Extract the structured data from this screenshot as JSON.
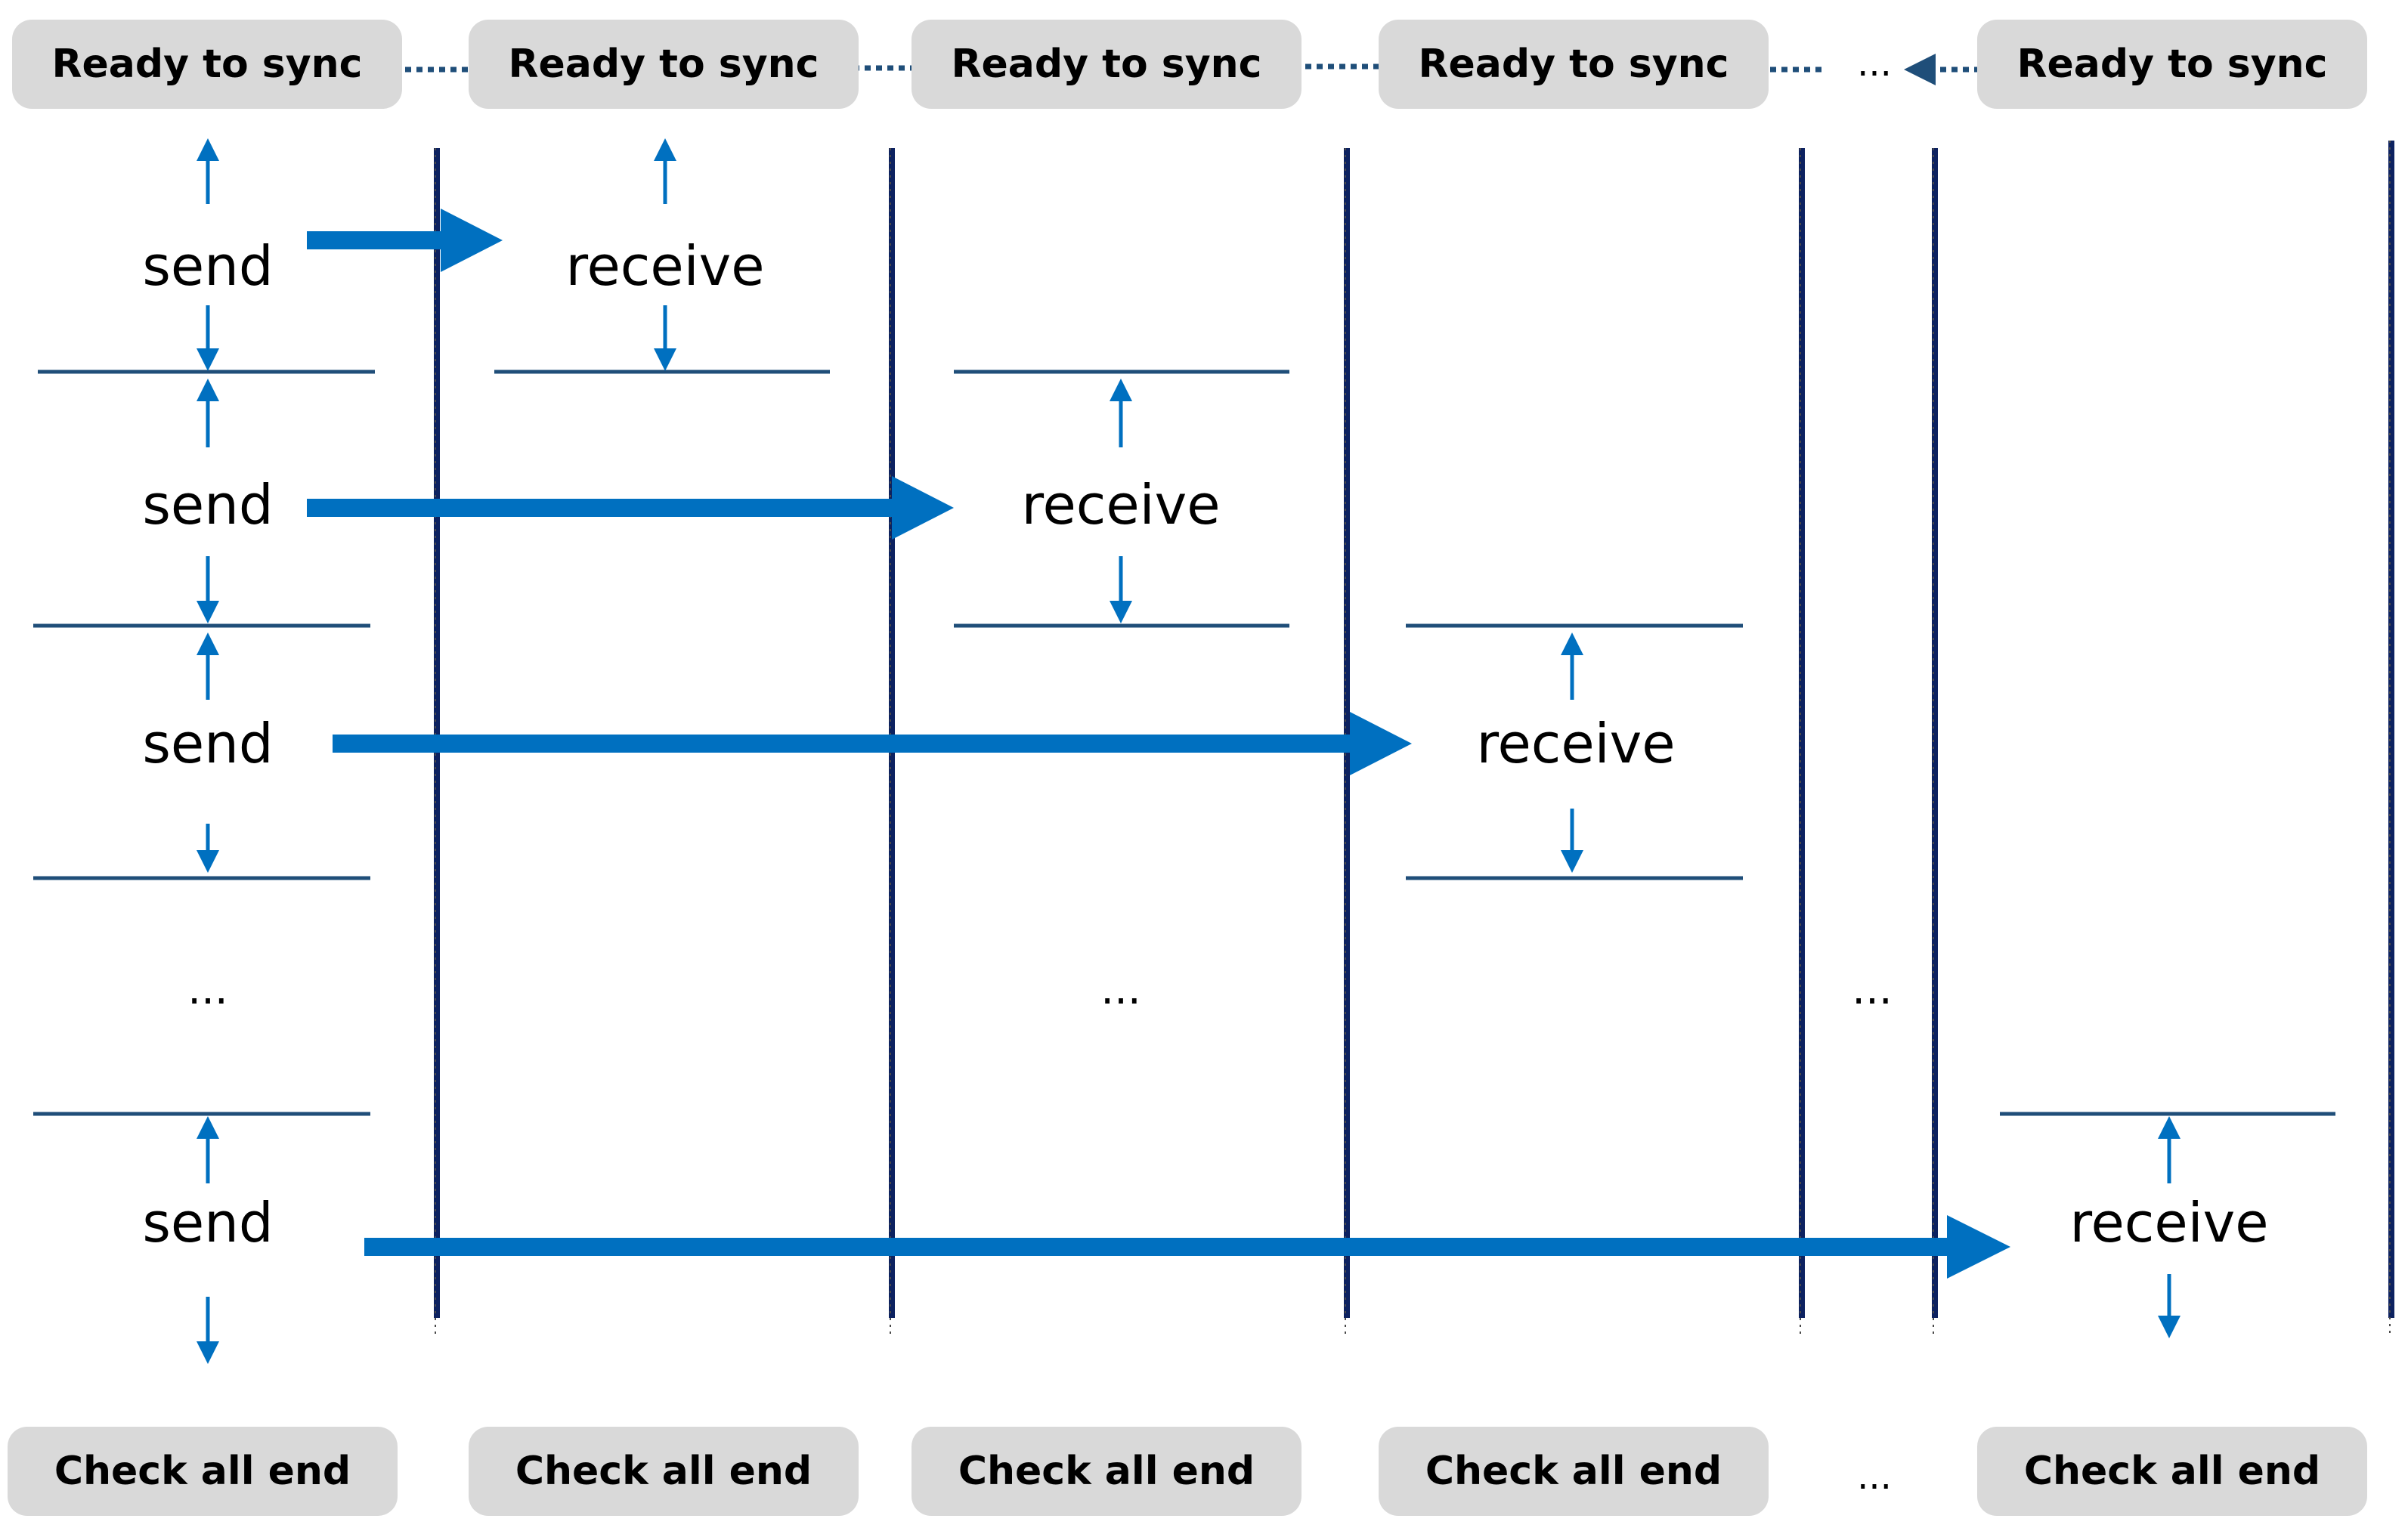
{
  "colors": {
    "arrow": "#0070c0",
    "separator": "#1f4e79",
    "lifeline": "#0d2260",
    "sync_arrow": "#1f4e79",
    "box": "#d9d9d9"
  },
  "top_row": {
    "boxes": [
      "Ready to sync",
      "Ready to sync",
      "Ready to sync",
      "Ready to sync",
      "Ready to sync"
    ],
    "ellipsis": "..."
  },
  "bottom_row": {
    "boxes": [
      "Check all end",
      "Check all end",
      "Check all end",
      "Check all end",
      "Check all end"
    ],
    "ellipsis": "..."
  },
  "steps": [
    {
      "sender": "send",
      "receiver": "receive"
    },
    {
      "sender": "send",
      "receiver": "receive"
    },
    {
      "sender": "send",
      "receiver": "receive"
    },
    {
      "sender": "send",
      "receiver": "receive"
    }
  ],
  "middle_ellipses": [
    "...",
    "...",
    "..."
  ]
}
